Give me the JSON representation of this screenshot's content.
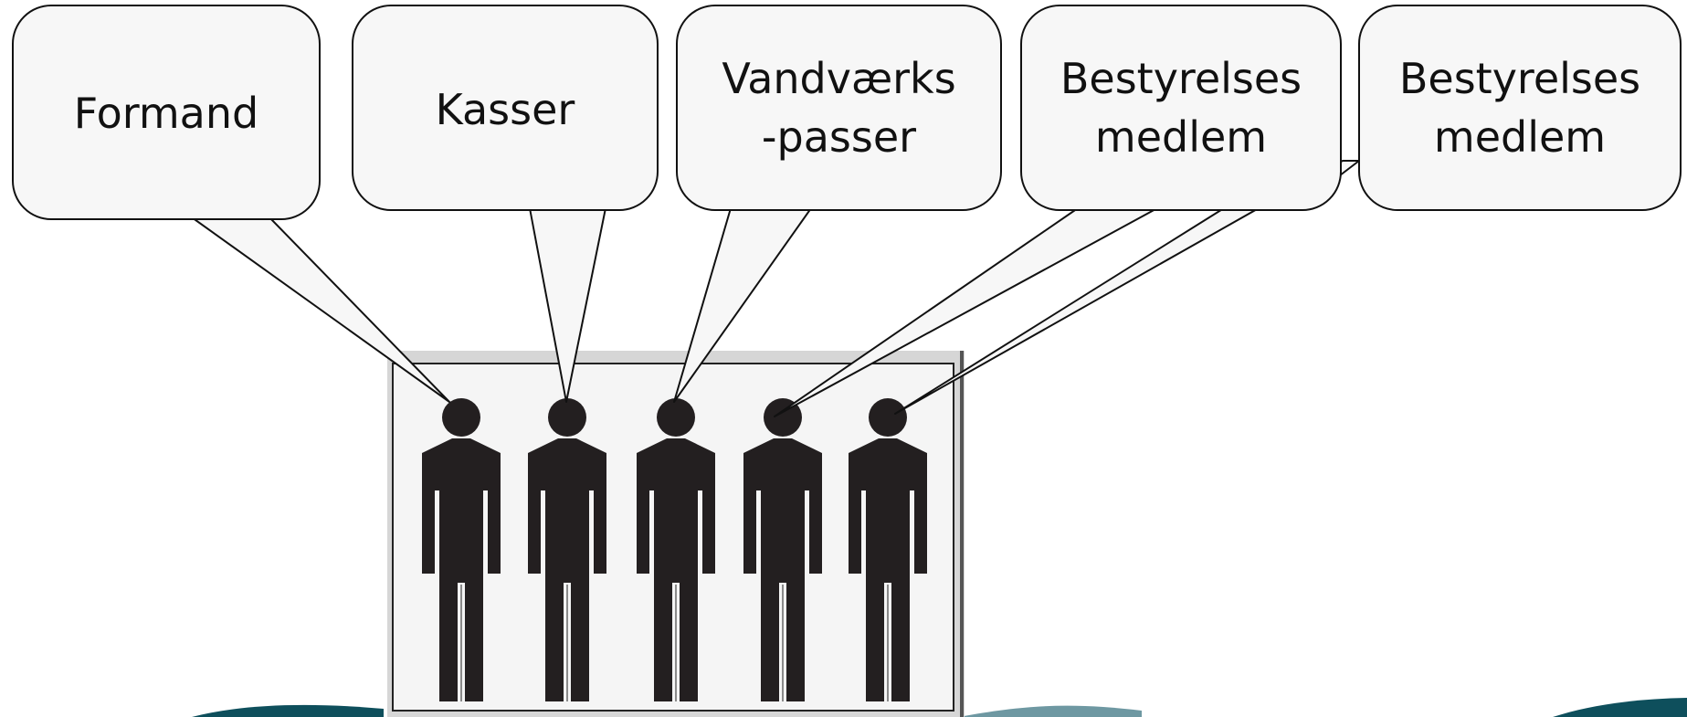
{
  "roles": [
    {
      "lines": [
        "Formand"
      ]
    },
    {
      "lines": [
        "Kasser"
      ]
    },
    {
      "lines": [
        "Vandværks",
        "-passer"
      ]
    },
    {
      "lines": [
        "Bestyrelses",
        "medlem"
      ]
    },
    {
      "lines": [
        "Bestyrelses",
        "medlem"
      ]
    }
  ],
  "colors": {
    "bubble_fill": "#f7f7f7",
    "bubble_stroke": "#111111",
    "figure": "#231f20",
    "panel_bg": "#f5f5f5",
    "wave_dark": "#0e4f5c",
    "wave_light": "#6e98a2"
  },
  "icons": {
    "person": "person-icon"
  }
}
